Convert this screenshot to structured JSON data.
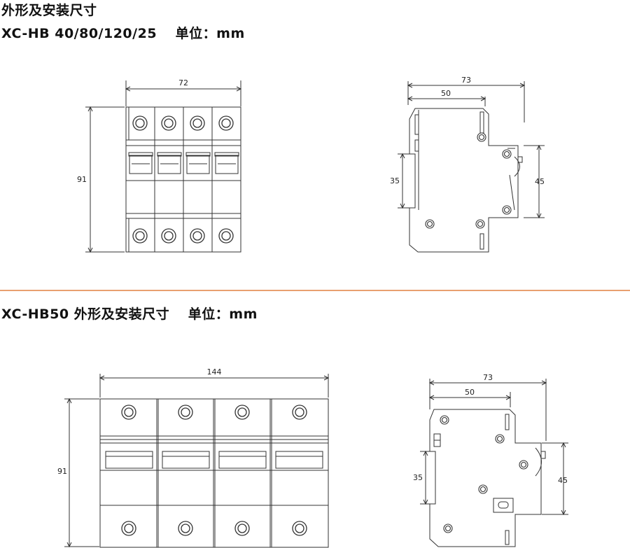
{
  "section1": {
    "title_line1": "外形及安装尺寸",
    "title_line2": "XC-HB 40/80/120/25　 单位：mm",
    "front_view": {
      "width": "72",
      "height": "91"
    },
    "side_view": {
      "overall": "73",
      "body": "50",
      "rail": "35",
      "module": "45"
    }
  },
  "section2": {
    "title": "XC-HB50 外形及安装尺寸　 单位：mm",
    "front_view": {
      "width": "144",
      "height": "91"
    },
    "side_view": {
      "overall": "73",
      "body": "50",
      "rail": "35",
      "module": "45"
    }
  },
  "colors": {
    "separator": "#e8a070",
    "line": "#333333"
  }
}
